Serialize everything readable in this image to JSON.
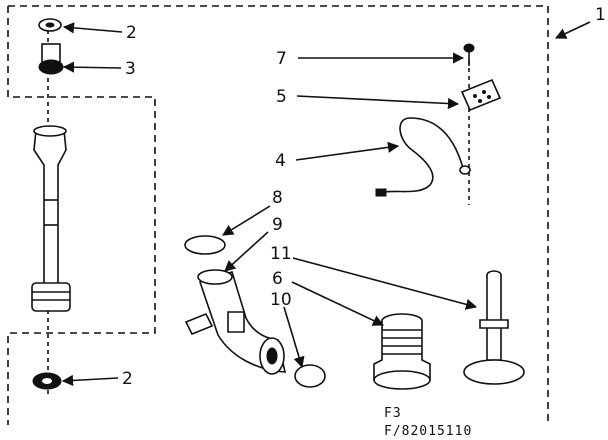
{
  "callouts": {
    "c1": "1",
    "c2_top": "2",
    "c2_bottom": "2",
    "c3": "3",
    "c4": "4",
    "c5": "5",
    "c6": "6",
    "c7": "7",
    "c8": "8",
    "c9": "9",
    "c10": "10",
    "c11": "11"
  },
  "codes": {
    "figure": "F3",
    "part_number": "F/82015110"
  }
}
